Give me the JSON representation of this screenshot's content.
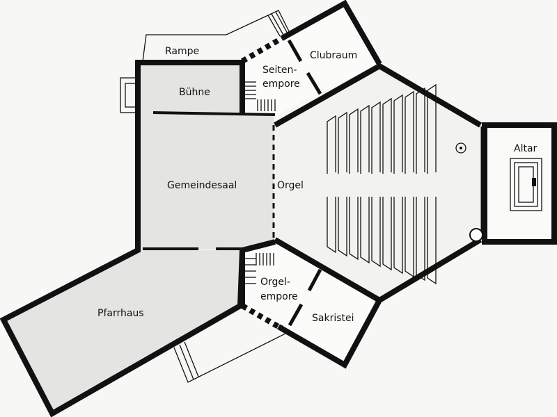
{
  "rooms": {
    "rampe": "Rampe",
    "clubraum": "Clubraum",
    "seitenempore_1": "Seiten-",
    "seitenempore_2": "empore",
    "buehne": "Bühne",
    "gemeindesaal": "Gemeindesaal",
    "orgel": "Orgel",
    "altar": "Altar",
    "orgelempore_1": "Orgel-",
    "orgelempore_2": "empore",
    "sakristei": "Sakristei",
    "pfarrhaus": "Pfarrhaus"
  },
  "colors": {
    "gray_fill": "#e4e4e2",
    "light_fill": "#f2f2ef",
    "wall": "#111111"
  }
}
